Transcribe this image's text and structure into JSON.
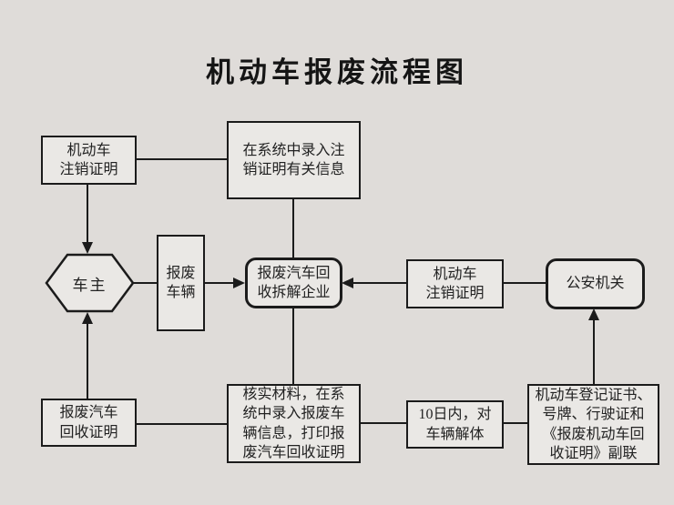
{
  "title": "机动车报废流程图",
  "nodes": {
    "dereg_cert_top": {
      "label": "机动车\n注销证明"
    },
    "entry_info": {
      "label": "在系统中录入注\n销证明有关信息"
    },
    "owner": {
      "label": "车主"
    },
    "scrap_vehicle": {
      "label": "报废\n车辆"
    },
    "enterprise": {
      "label": "报废汽车回\n收拆解企业"
    },
    "dereg_cert_mid": {
      "label": "机动车\n注销证明"
    },
    "police": {
      "label": "公安机关"
    },
    "recycle_cert": {
      "label": "报废汽车\n回收证明"
    },
    "verify": {
      "label": "核实材料，在系\n统中录入报废车\n辆信息，打印报\n废汽车回收证明"
    },
    "ten_days": {
      "label": "10日内，对\n车辆解体"
    },
    "docs": {
      "label": "机动车登记证书、\n号牌、行驶证和\n《报废机动车回\n收证明》副联"
    }
  },
  "colors": {
    "background": "#dfdcd9",
    "node_fill": "#eae8e5",
    "line": "#1b1b1b"
  }
}
